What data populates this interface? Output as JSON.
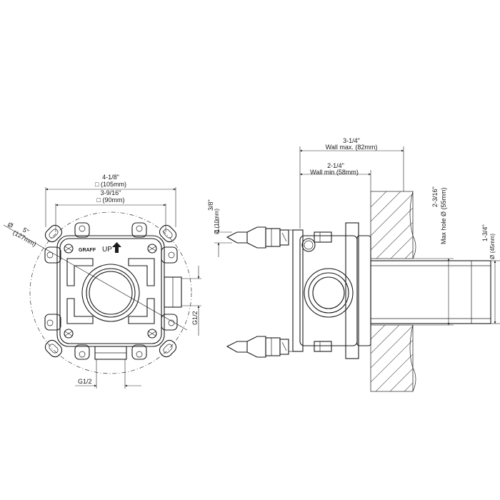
{
  "front_view": {
    "outer_width": {
      "fraction": "4-1/8\"",
      "metric": "□ (105mm)"
    },
    "inner_width": {
      "fraction": "3-9/16\"",
      "metric": "□ (90mm)"
    },
    "circle_diameter": {
      "symbol": "Ø",
      "fraction": "5\"",
      "metric": "(127mm)"
    },
    "outlet_right": "G1/2",
    "outlet_bottom": "G1/2",
    "brand": "GRAFF",
    "up_label": "UP"
  },
  "side_view": {
    "wall_max": {
      "fraction": "3-1/4\"",
      "label": "Wall max. (82mm)"
    },
    "wall_min": {
      "fraction": "2-1/4\"",
      "label": "Wall min (58mm)"
    },
    "inlet_diameter": {
      "fraction": "3/8\"",
      "metric": "Ø (10mm)"
    },
    "max_hole": {
      "fraction": "2-3/16\"",
      "label": "Max hole Ø (55mm)"
    },
    "sleeve_diameter": {
      "fraction": "1-3/4\"",
      "metric": "Ø (45mm)"
    }
  }
}
